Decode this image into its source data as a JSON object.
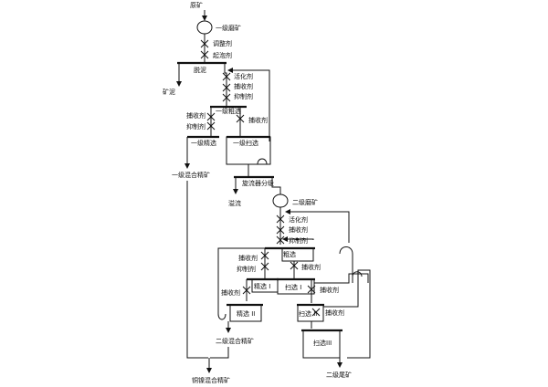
{
  "labels": {
    "raw_ore": "原矿",
    "primary_grinding": "一级磨矿",
    "regulator": "调整剂",
    "frother": "起泡剂",
    "desliming": "脱泥",
    "slime": "矿泥",
    "activator_1": "活化剂",
    "collector_1": "捕收剂",
    "depressant_1": "抑制剂",
    "primary_roughing": "一级粗选",
    "collector_cleaner_1": "捕收剂",
    "depressant_cleaner_1": "抑制剂",
    "collector_scav_1": "捕收剂",
    "primary_cleaning": "一级精选",
    "primary_scavenging": "一级扫选",
    "primary_bulk_concentrate": "一级混合精矿",
    "hydrocyclone": "旋流器分级",
    "overflow": "溢流",
    "secondary_grinding": "二级磨矿",
    "activator_2": "活化剂",
    "collector_2": "捕收剂",
    "depressant_2": "抑制剂",
    "roughing": "粗选",
    "collector_cleaner_2": "捕收剂",
    "depressant_cleaner_2": "抑制剂",
    "collector_scav_2": "捕收剂",
    "collector_cleaner_2b": "捕收剂",
    "cleaning_1": "精选 I",
    "scavenging_1": "扫选 I",
    "collector_scav_2b": "捕收剂",
    "cleaning_2": "精选 II",
    "scavenging_2": "扫选 II",
    "collector_scav_3": "捕收剂",
    "secondary_bulk_concentrate": "二级混合精矿",
    "scavenging_3": "扫选III",
    "secondary_tailings": "二级尾矿",
    "final_concentrate": "铜镍混合精矿"
  }
}
